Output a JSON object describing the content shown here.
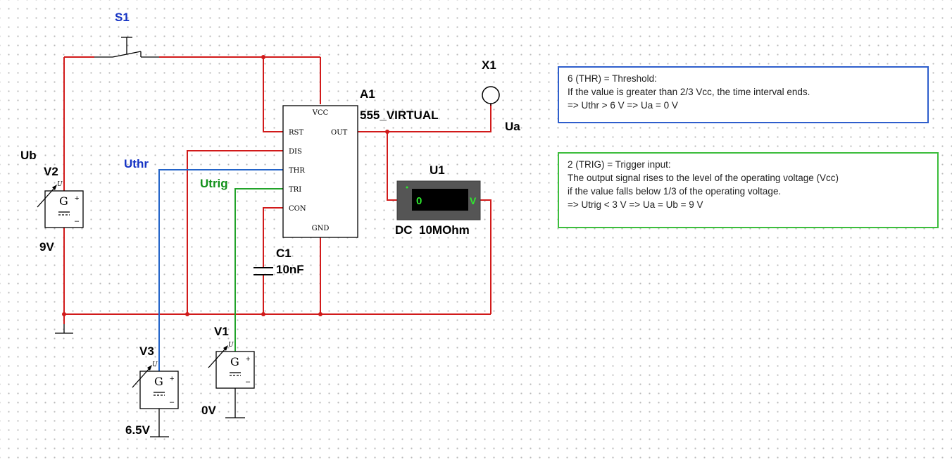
{
  "components": {
    "switch_s1": {
      "ref": "S1"
    },
    "ic_a1": {
      "ref": "A1",
      "model": "555_VIRTUAL",
      "pins": {
        "vcc": "VCC",
        "rst": "RST",
        "out": "OUT",
        "dis": "DIS",
        "thr": "THR",
        "tri": "TRI",
        "con": "CON",
        "gnd": "GND"
      }
    },
    "probe_x1": {
      "ref": "X1",
      "net": "Ua"
    },
    "voltmeter_u1": {
      "ref": "U1",
      "reading": "0",
      "unit": "V",
      "mode": "DC  10MOhm"
    },
    "capacitor_c1": {
      "ref": "C1",
      "value": "10nF"
    },
    "source_v2": {
      "ref": "V2",
      "net": "Ub",
      "value": "9V",
      "symbol": "G",
      "u_mark": "U",
      "plus": "+",
      "minus": "–"
    },
    "source_v3": {
      "ref": "V3",
      "value": "6.5V",
      "symbol": "G",
      "u_mark": "U",
      "plus": "+",
      "minus": "–"
    },
    "source_v1": {
      "ref": "V1",
      "value": "0V",
      "symbol": "G",
      "u_mark": "U",
      "plus": "+",
      "minus": "–"
    }
  },
  "net_labels": {
    "uthr": "Uthr",
    "utrig": "Utrig"
  },
  "wire_colors": {
    "supply": "#d11a1a",
    "threshold": "#2364c9",
    "trigger": "#22a32a"
  },
  "notes": {
    "threshold": {
      "lines": [
        "6 (THR) = Threshold:",
        "If the value is greater than 2/3 Vcc, the time interval ends.",
        "=> Uthr > 6 V => Ua = 0 V"
      ]
    },
    "trigger": {
      "lines": [
        "2 (TRIG) = Trigger input:",
        "The output signal rises to the level of the operating voltage (Vcc)",
        "if the value falls below 1/3 of the operating voltage.",
        "=> Utrig < 3 V => Ua = Ub = 9 V"
      ]
    }
  }
}
